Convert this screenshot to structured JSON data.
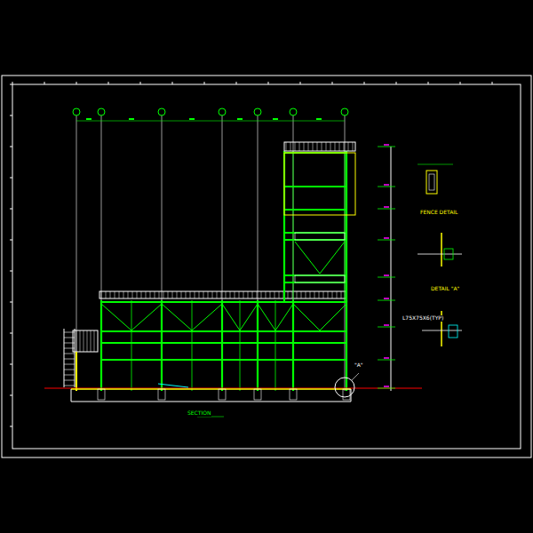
{
  "diagram": {
    "labels": [
      "SECTION",
      "FENCE DETAIL",
      "DETAIL \"A\"",
      "L75X75X6(TYP)",
      "\"A\""
    ]
  }
}
